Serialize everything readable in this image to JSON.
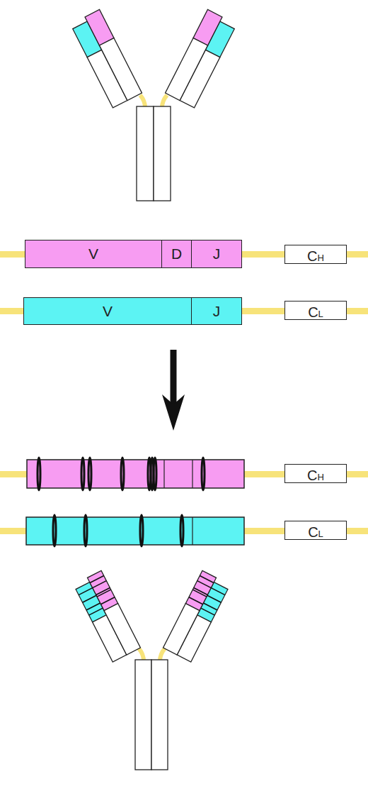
{
  "diagram": {
    "nodes": [
      {
        "text": [
          "V"
        ]
      },
      {
        "text": [
          "D"
        ]
      },
      {
        "text": [
          "J"
        ]
      },
      {
        "text": [
          "CH"
        ]
      },
      {
        "text": [
          "V"
        ]
      },
      {
        "text": [
          "J"
        ]
      },
      {
        "text": [
          "CL"
        ]
      },
      {
        "text": [
          "CH"
        ]
      },
      {
        "text": [
          "CL"
        ]
      }
    ]
  }
}
